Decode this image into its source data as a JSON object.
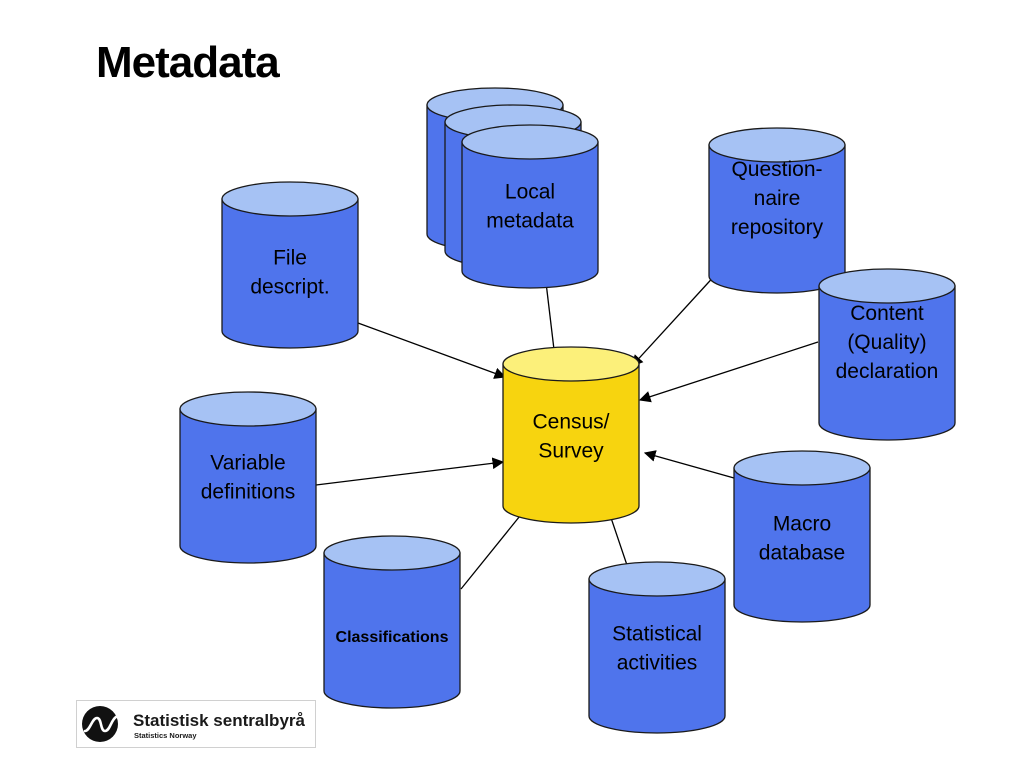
{
  "title": "Metadata",
  "colors": {
    "source_fill": "#4f74ec",
    "source_top": "#a6c2f4",
    "center_fill": "#f7d40f",
    "center_top": "#fcf07a",
    "outline": "#1a1a1a"
  },
  "center": {
    "name": "census-survey",
    "lines": [
      "Census/",
      "Survey"
    ]
  },
  "sources": [
    {
      "name": "local-metadata",
      "lines": [
        "Local",
        "metadata"
      ],
      "stacked": true
    },
    {
      "name": "questionnaire-repository",
      "lines": [
        "Question-",
        "naire",
        "repository"
      ]
    },
    {
      "name": "file-description",
      "lines": [
        "File",
        "descript."
      ]
    },
    {
      "name": "content-quality-declaration",
      "lines": [
        "Content",
        "(Quality)",
        "declaration"
      ]
    },
    {
      "name": "variable-definitions",
      "lines": [
        "Variable",
        "definitions"
      ]
    },
    {
      "name": "macro-database",
      "lines": [
        "Macro",
        "database"
      ]
    },
    {
      "name": "classifications",
      "lines": [
        "Classifications"
      ],
      "small_text": true
    },
    {
      "name": "statistical-activities",
      "lines": [
        "Statistical",
        "activities"
      ]
    }
  ],
  "logo": {
    "icon": "ssb-wave-logo-icon",
    "name": "Statistisk sentralbyrå",
    "subtitle": "Statistics Norway"
  }
}
